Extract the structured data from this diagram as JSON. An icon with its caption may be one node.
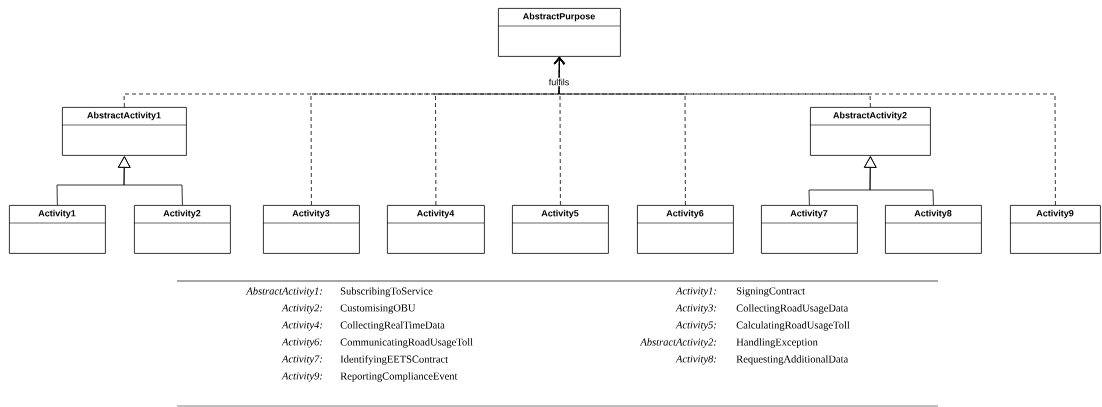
{
  "diagram": {
    "nodes": [
      {
        "text": [
          "AbstractPurpose"
        ]
      },
      {
        "text": [
          "AbstractActivity1"
        ]
      },
      {
        "text": [
          "AbstractActivity2"
        ]
      },
      {
        "text": [
          "Activity1"
        ]
      },
      {
        "text": [
          "Activity2"
        ]
      },
      {
        "text": [
          "Activity3"
        ]
      },
      {
        "text": [
          "Activity4"
        ]
      },
      {
        "text": [
          "Activity5"
        ]
      },
      {
        "text": [
          "Activity6"
        ]
      },
      {
        "text": [
          "Activity7"
        ]
      },
      {
        "text": [
          "Activity8"
        ]
      },
      {
        "text": [
          "Activity9"
        ]
      }
    ],
    "edges": [
      {
        "from": 1,
        "to": 0,
        "arrow": "to",
        "style": "dashed"
      },
      {
        "from": 5,
        "to": 0,
        "arrow": "to",
        "style": "dashed"
      },
      {
        "from": 6,
        "to": 0,
        "arrow": "to",
        "style": "dashed"
      },
      {
        "from": 7,
        "to": 0,
        "arrow": "to",
        "style": "dashed",
        "label": "fulfils"
      },
      {
        "from": 8,
        "to": 0,
        "arrow": "to",
        "style": "dashed"
      },
      {
        "from": 2,
        "to": 0,
        "arrow": "to",
        "style": "dashed"
      },
      {
        "from": 11,
        "to": 0,
        "arrow": "to",
        "style": "dashed"
      },
      {
        "from": 3,
        "to": 1,
        "arrow": "to"
      },
      {
        "from": 4,
        "to": 1,
        "arrow": "to"
      },
      {
        "from": 9,
        "to": 2,
        "arrow": "to"
      },
      {
        "from": 10,
        "to": 2,
        "arrow": "to"
      }
    ],
    "labels": [
      "AbstractActivity1:",
      "SubscribingToService",
      "Activity1:",
      "SigningContract",
      "Activity2:",
      "CustomisingOBU",
      "Activity3:",
      "CollectingRoadUsageData",
      "Activity4:",
      "CollectingRealTimeData",
      "Activity5:",
      "CalculatingRoadUsageToll",
      "Activity6:",
      "CommunicatingRoadUsageToll",
      "AbstractActivity2:",
      "HandlingException",
      "Activity7:",
      "IdentifyingEETSContract",
      "Activity8:",
      "RequestingAdditionalData",
      "Activity9:",
      "ReportingComplianceEvent"
    ]
  }
}
